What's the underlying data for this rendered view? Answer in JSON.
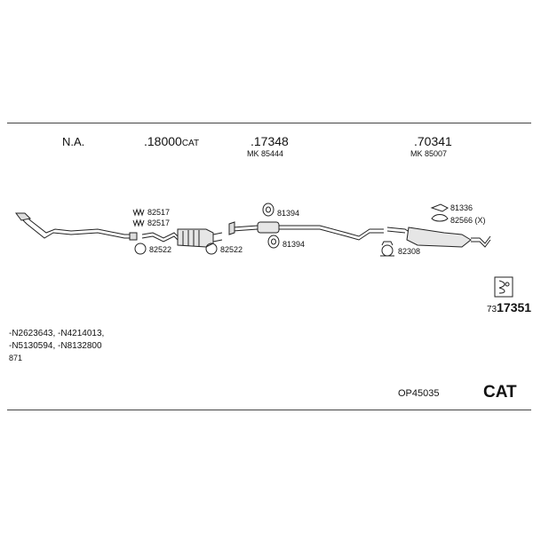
{
  "header": {
    "col1": "N.A.",
    "col2_prefix": ".18000",
    "col2_suffix": "CAT",
    "col3_main": ".17348",
    "col3_sub": "MK 85444",
    "col4_main": ".70341",
    "col4_sub": "MK 85007"
  },
  "parts": {
    "clamp_a1": "82517",
    "clamp_a2": "82517",
    "ring_a": "82522",
    "ring_b": "82522",
    "hanger_top": "81394",
    "hanger_bottom": "81394",
    "rubber_1": "81336",
    "rubber_2": "82566 (X)",
    "clamp_b": "82308"
  },
  "kit": {
    "prefix": "73",
    "number": "17351"
  },
  "oe_numbers": {
    "line1": "-N2623643, -N4214013,",
    "line2": "-N5130594, -N8132800",
    "line3": "871"
  },
  "footer": {
    "code": "OP45035",
    "type": "CAT"
  }
}
